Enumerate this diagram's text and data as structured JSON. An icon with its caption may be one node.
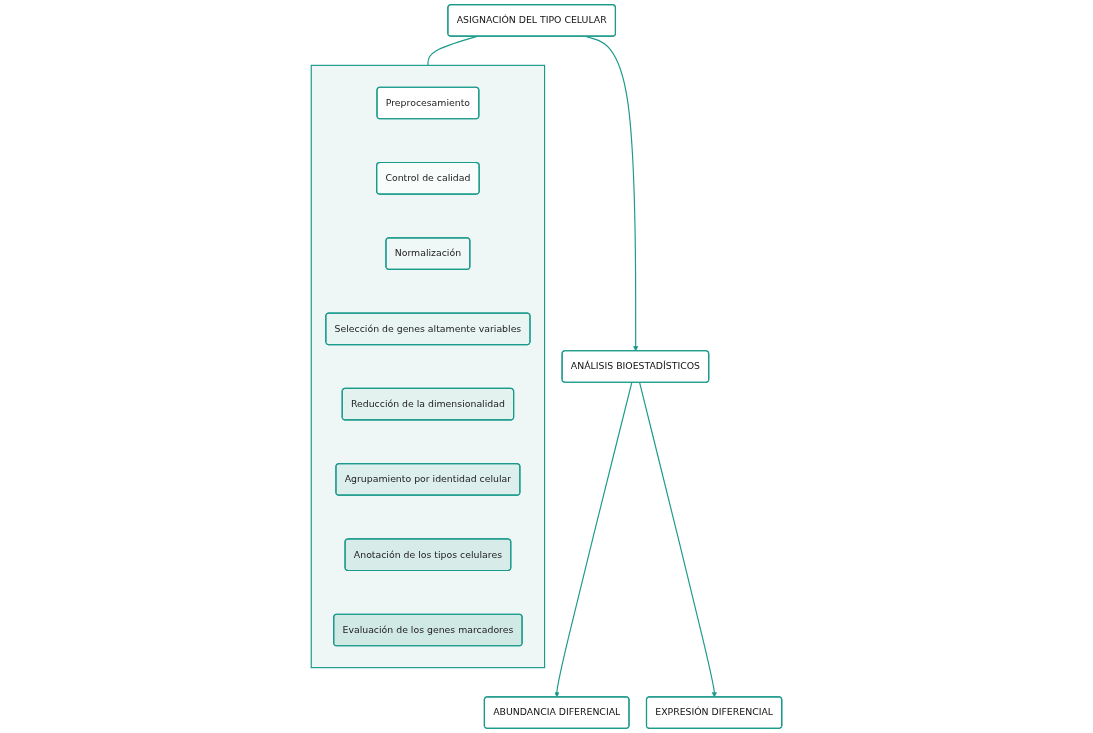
{
  "diagram": {
    "nodes": [
      {
        "text": [
          "ASIGNACIÓN DEL TIPO CELULAR"
        ]
      },
      {
        "text": [],
        "shape": "box"
      },
      {
        "text": [
          "Preprocesamiento"
        ],
        "in": 1
      },
      {
        "text": [
          "Control de calidad"
        ],
        "in": 1
      },
      {
        "text": [
          "Normalización"
        ],
        "in": 1
      },
      {
        "text": [
          "Selección de genes altamente variables"
        ],
        "in": 1
      },
      {
        "text": [
          "Reducción de la dimensionalidad"
        ],
        "in": 1
      },
      {
        "text": [
          "Agrupamiento por identidad celular"
        ],
        "in": 1
      },
      {
        "text": [
          "Anotación de los tipos celulares"
        ],
        "in": 1
      },
      {
        "text": [
          "Evaluación de los genes marcadores"
        ],
        "in": 1
      },
      {
        "text": [
          "ANÁLISIS BIOESTADÍSTICOS"
        ]
      },
      {
        "text": [
          "ABUNDANCIA DIFERENCIAL"
        ]
      },
      {
        "text": [
          "EXPRESIÓN DIFERENCIAL"
        ]
      }
    ],
    "edges": [
      {
        "from": 0,
        "to": 1,
        "arrow": "none"
      },
      {
        "from": 0,
        "to": 10,
        "arrow": "to"
      },
      {
        "from": 10,
        "to": 11,
        "arrow": "to"
      },
      {
        "from": 10,
        "to": 12,
        "arrow": "to"
      }
    ]
  }
}
